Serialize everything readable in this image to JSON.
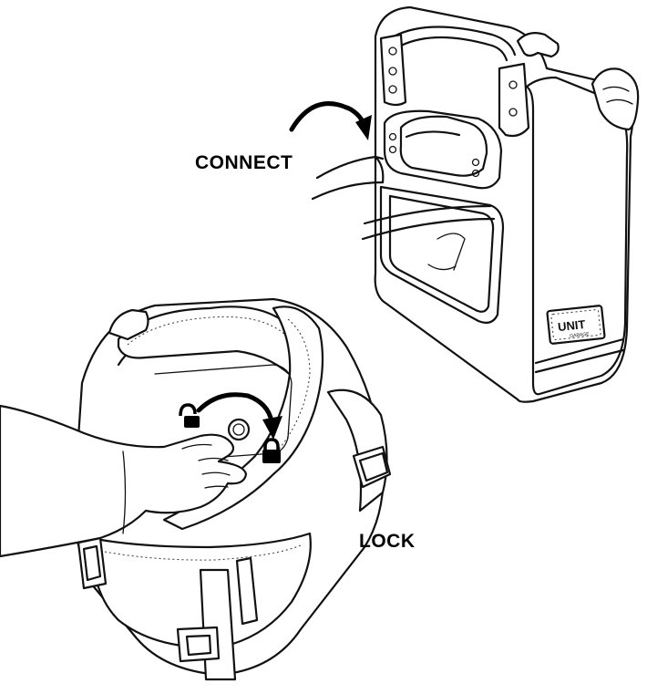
{
  "labels": {
    "connect": "CONNECT",
    "lock": "LOCK"
  },
  "brand": {
    "line1": "UNIT",
    "line2": "GARAGE"
  },
  "icons": {
    "unlocked": "padlock-open-icon",
    "locked": "padlock-closed-icon",
    "connect_arrow": "curved-arrow-icon",
    "lock_arrow": "curved-arrow-icon"
  },
  "colors": {
    "ink": "#000000",
    "background": "#ffffff"
  }
}
